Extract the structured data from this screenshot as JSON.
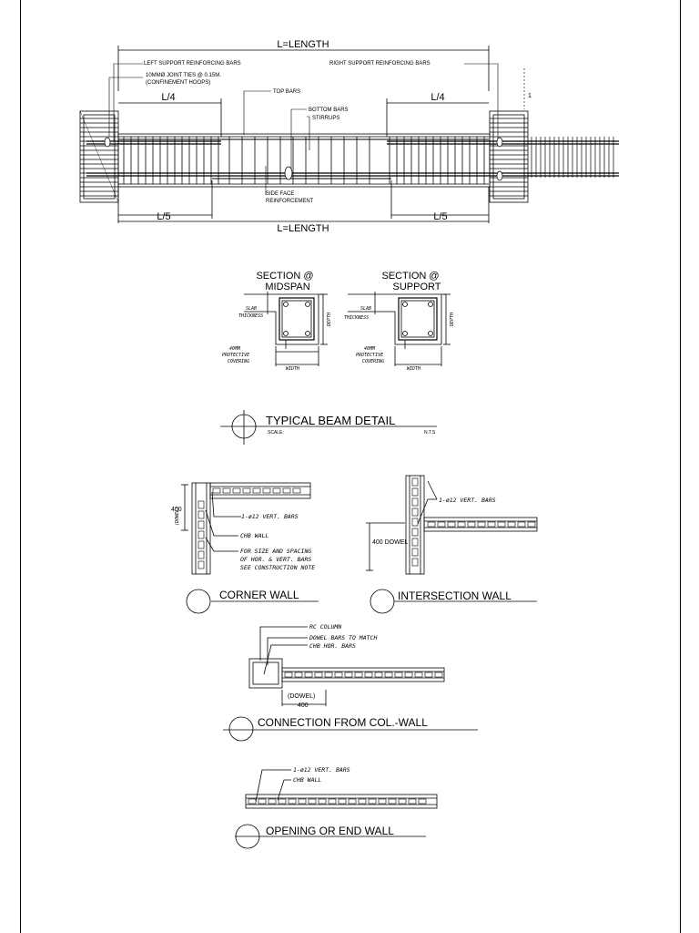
{
  "beam_elevation": {
    "length_top": "L=LENGTH",
    "length_bottom": "L=LENGTH",
    "left_support_bars": "LEFT SUPPORT REINFORCING BARS",
    "right_support_bars": "RIGHT SUPPORT REINFORCING BARS",
    "joint_ties_line1": "10MMØ JOINT TIES @ 0.15M.",
    "joint_ties_line2": "(CONFINEMENT HOOPS)",
    "top_bars": "TOP BARS",
    "bottom_bars": "BOTTOM BARS",
    "stirrups": "STIRRUPS",
    "side_face_line1": "SIDE FACE",
    "side_face_line2": "REINFORCEMENT",
    "l4_left": "L/4",
    "l4_right": "L/4",
    "l5_left": "L/5",
    "l5_right": "L/5",
    "mark": "1"
  },
  "section_midspan": {
    "title_line1": "SECTION @",
    "title_line2": "MIDSPAN",
    "slab_line1": "SLAB",
    "slab_line2": "THICKNESS",
    "cover_line1": "40MM",
    "cover_line2": "PROTECTIVE",
    "cover_line3": "COVERING",
    "width": "WIDTH",
    "depth": "DEPTH"
  },
  "section_support": {
    "title_line1": "SECTION @",
    "title_line2": "SUPPORT",
    "slab_line1": "SLAB",
    "slab_line2": "THICKNESS",
    "cover_line1": "40MM",
    "cover_line2": "PROTECTIVE",
    "cover_line3": "COVERING",
    "width": "WIDTH",
    "depth": "DEPTH"
  },
  "beam_title": {
    "title": "TYPICAL BEAM DETAIL",
    "scale": "SCALE:",
    "nts": "N.T.S"
  },
  "corner_wall": {
    "dowel": "(DOWEL)",
    "dim": "400",
    "vert_bars": "1-ø12 VERT. BARS",
    "chb_wall": "CHB WALL",
    "note_line1": "FOR SIZE AND SPACING",
    "note_line2": "OF HOR. & VERT. BARS",
    "note_line3": "SEE CONSTRUCTION NOTE",
    "title": "CORNER WALL"
  },
  "intersection_wall": {
    "vert_bars": "1-ø12 VERT. BARS",
    "dowel": "400 DOWEL",
    "title": "INTERSECTION WALL"
  },
  "col_wall": {
    "rc_column": "RC COLUMN",
    "dowel_line1": "DOWEL BARS TO MATCH",
    "dowel_line2": "CHB HOR. BARS",
    "dim_label": "(DOWEL)",
    "dim": "400",
    "title": "CONNECTION FROM COL.-WALL"
  },
  "end_wall": {
    "vert_bars": "1-ø12 VERT. BARS",
    "chb_wall": "CHB WALL",
    "title": "OPENING OR END WALL"
  }
}
